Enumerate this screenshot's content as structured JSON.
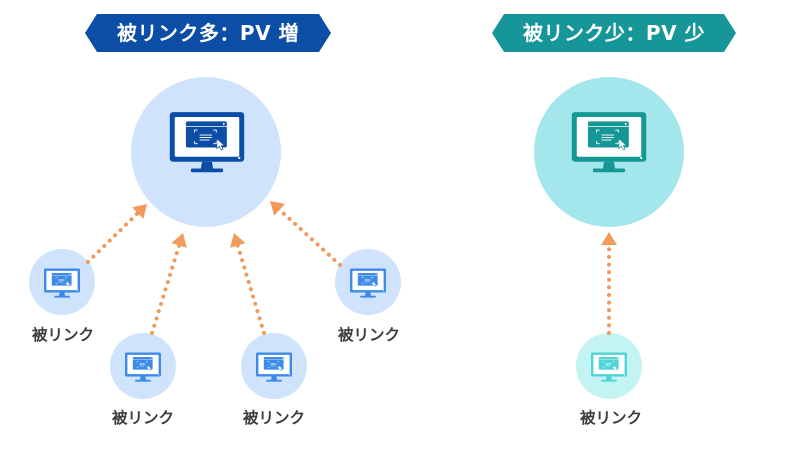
{
  "left_panel": {
    "title": "被リンク多：PV 増",
    "colors": {
      "banner": "#0c4da6",
      "hub_bg": "#cfe3fc",
      "node_bg": "#cfe3fc",
      "monitor": "#0c4da6",
      "node_monitor": "#3d8ae8",
      "arrow": "#f29a5b"
    },
    "node_labels": [
      "被リンク",
      "被リンク",
      "被リンク",
      "被リンク"
    ]
  },
  "right_panel": {
    "title": "被リンク少：PV 少",
    "colors": {
      "banner": "#169698",
      "hub_bg": "#a3e7ec",
      "node_bg": "#c3f3f3",
      "monitor": "#159796",
      "node_monitor": "#4ed3d6",
      "arrow": "#f29a5b"
    },
    "node_labels": [
      "被リンク"
    ]
  },
  "icons": [
    "monitor-icon",
    "cursor-icon",
    "dotted-arrow-icon"
  ]
}
